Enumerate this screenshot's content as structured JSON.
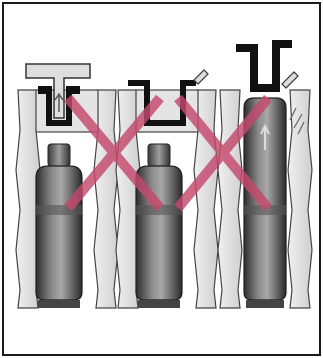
{
  "illustration": {
    "subject": "three-cartridge-insertion-diagram",
    "panels": [
      {
        "id": "left",
        "status": "incorrect",
        "tool": "t-handle-plug"
      },
      {
        "id": "middle",
        "status": "incorrect",
        "tool": "u-bracket-cap"
      },
      {
        "id": "right",
        "status": "correct",
        "tool": "tall-u-bracket"
      }
    ],
    "colors": {
      "background": "#ffffff",
      "border": "#1a1a1a",
      "housing": "#dcdcdc",
      "housing_edge": "#444444",
      "cartridge_dark": "#3a3a3a",
      "cartridge_light": "#9a9a9a",
      "cross_mark": "#c44a6e"
    }
  }
}
